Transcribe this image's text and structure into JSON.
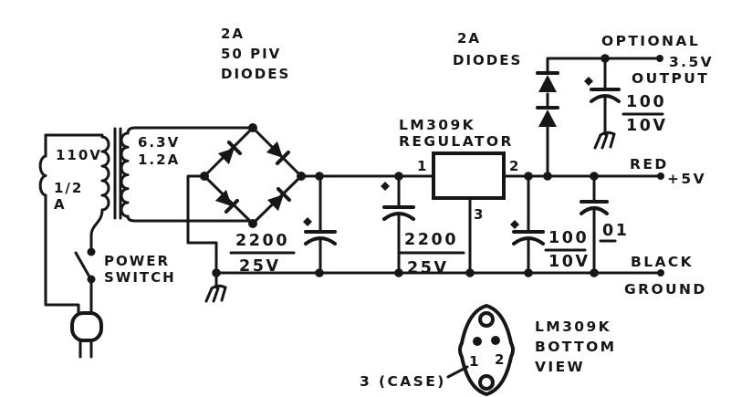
{
  "colors": {
    "ink": "#161616",
    "paper": "#ffffff"
  },
  "transformer": {
    "primary_voltage": "110V",
    "fuse_rating_line1": "1/2",
    "fuse_rating_line2": "A",
    "secondary_voltage": "6.3V",
    "secondary_current": "1.2A"
  },
  "power_switch": {
    "label_line1": "POWER",
    "label_line2": "SWITCH"
  },
  "bridge": {
    "label_line1": "2A",
    "label_line2": "50 PIV",
    "label_line3": "DIODES"
  },
  "capacitors": {
    "c1": {
      "value": "2200",
      "voltage": "25V"
    },
    "c2": {
      "value": "2200",
      "voltage": "25V"
    },
    "c3": {
      "value": "100",
      "voltage": "10V"
    },
    "c4": {
      "value": "01"
    },
    "c5": {
      "value": "100",
      "voltage": "10V"
    }
  },
  "regulator": {
    "name": "LM309K",
    "role": "REGULATOR",
    "pin1": "1",
    "pin2": "2",
    "pin3": "3"
  },
  "series_diodes": {
    "label_line1": "2A",
    "label_line2": "DIODES"
  },
  "optional_output": {
    "label_line1": "OPTIONAL",
    "voltage": "3.5V",
    "label_line3": "OUTPUT"
  },
  "output": {
    "positive_wire": "RED",
    "positive_terminal": "+5V",
    "negative_wire": "BLACK",
    "negative_terminal": "GROUND"
  },
  "package_view": {
    "name": "LM309K",
    "line2": "BOTTOM",
    "line3": "VIEW",
    "case_label": "3 (CASE)",
    "pin1": "1",
    "pin2": "2"
  }
}
